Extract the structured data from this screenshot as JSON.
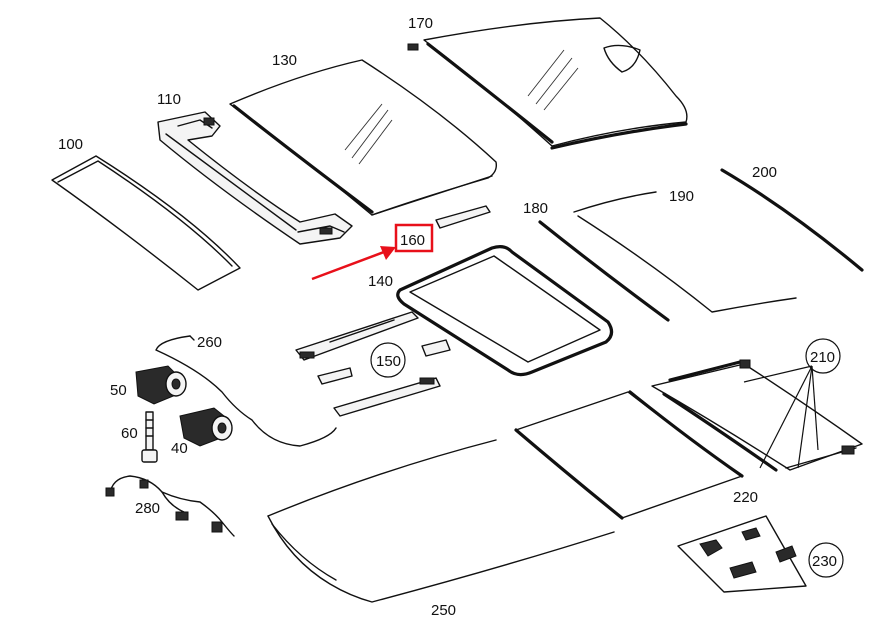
{
  "diagram": {
    "highlight_color": "#e8101a",
    "labels": {
      "p100": "100",
      "p110": "110",
      "p130": "130",
      "p170": "170",
      "p200": "200",
      "p180": "180",
      "p190": "190",
      "p160": "160",
      "p140": "140",
      "p260": "260",
      "p150": "150",
      "p50": "50",
      "p60": "60",
      "p40": "40",
      "p210": "210",
      "p220": "220",
      "p280": "280",
      "p230": "230",
      "p250": "250"
    }
  }
}
